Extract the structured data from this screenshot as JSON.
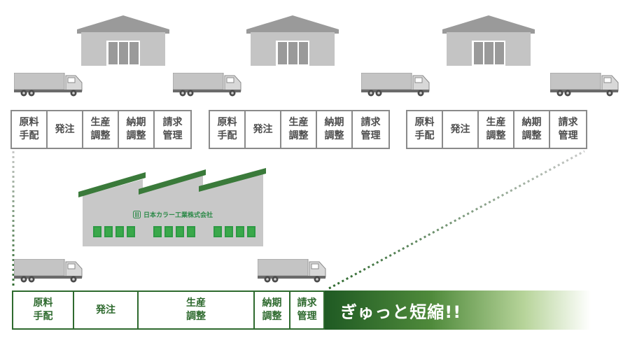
{
  "company_name": "日本カラー工業株式会社",
  "banner_text": "ぎゅっと短縮!!",
  "old_flows": [
    {
      "steps": [
        "原料\n手配",
        "発注",
        "生産\n調整",
        "納期\n調整",
        "請求\n管理"
      ]
    },
    {
      "steps": [
        "原料\n手配",
        "発注",
        "生産\n調整",
        "納期\n調整",
        "請求\n管理"
      ]
    },
    {
      "steps": [
        "原料\n手配",
        "発注",
        "生産\n調整",
        "納期\n調整",
        "請求\n管理"
      ]
    }
  ],
  "new_flow": {
    "steps": [
      "原料\n手配",
      "発注",
      "生産\n調整",
      "納期\n調整",
      "請求\n管理"
    ]
  },
  "colors": {
    "grey_frame": "#8a8a8a",
    "dark_green": "#2e6a2e",
    "factory_roof": "#3a7a3a",
    "window_green": "#3aa84a",
    "building_grey": "#c8c8c8"
  }
}
